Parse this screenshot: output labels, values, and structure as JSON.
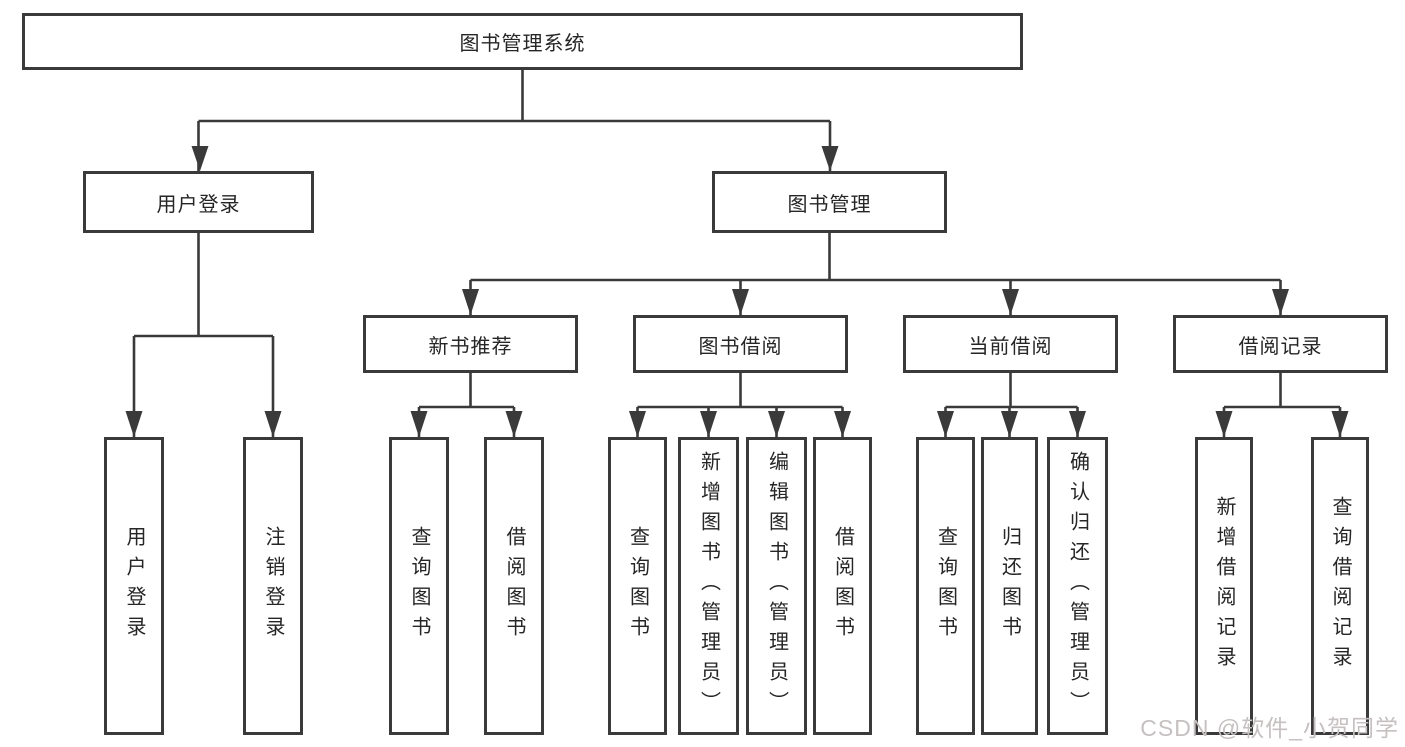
{
  "tree": {
    "label": "图书管理系统",
    "children": [
      {
        "label": "用户登录",
        "children": [
          {
            "label": "用户登录"
          },
          {
            "label": "注销登录"
          }
        ]
      },
      {
        "label": "图书管理",
        "children": [
          {
            "label": "新书推荐",
            "children": [
              {
                "label": "查询图书"
              },
              {
                "label": "借阅图书"
              }
            ]
          },
          {
            "label": "图书借阅",
            "children": [
              {
                "label": "查询图书"
              },
              {
                "label": "新增图书（管理员）"
              },
              {
                "label": "编辑图书（管理员）"
              },
              {
                "label": "借阅图书"
              }
            ]
          },
          {
            "label": "当前借阅",
            "children": [
              {
                "label": "查询图书"
              },
              {
                "label": "归还图书"
              },
              {
                "label": "确认归还（管理员）"
              }
            ]
          },
          {
            "label": "借阅记录",
            "children": [
              {
                "label": "新增借阅记录"
              },
              {
                "label": "查询借阅记录"
              }
            ]
          }
        ]
      }
    ]
  },
  "watermark": {
    "text": "CSDN @软件_小贺同学"
  },
  "colors": {
    "line": "#3a3a3a",
    "box_border": "#3a3a3a",
    "text": "#262626",
    "watermark": "#c6c0c0",
    "background": "#ffffff"
  }
}
